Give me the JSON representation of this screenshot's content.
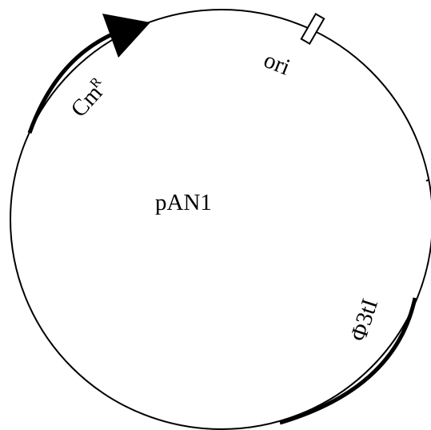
{
  "plasmid": {
    "name": "pAN1"
  },
  "features": {
    "cm_resistance": {
      "label": "Cm",
      "superscript": "R"
    },
    "origin": {
      "label": "ori"
    },
    "terminator": {
      "label": "Φ3tI"
    }
  },
  "colors": {
    "line": "#000000",
    "background": "#ffffff"
  }
}
